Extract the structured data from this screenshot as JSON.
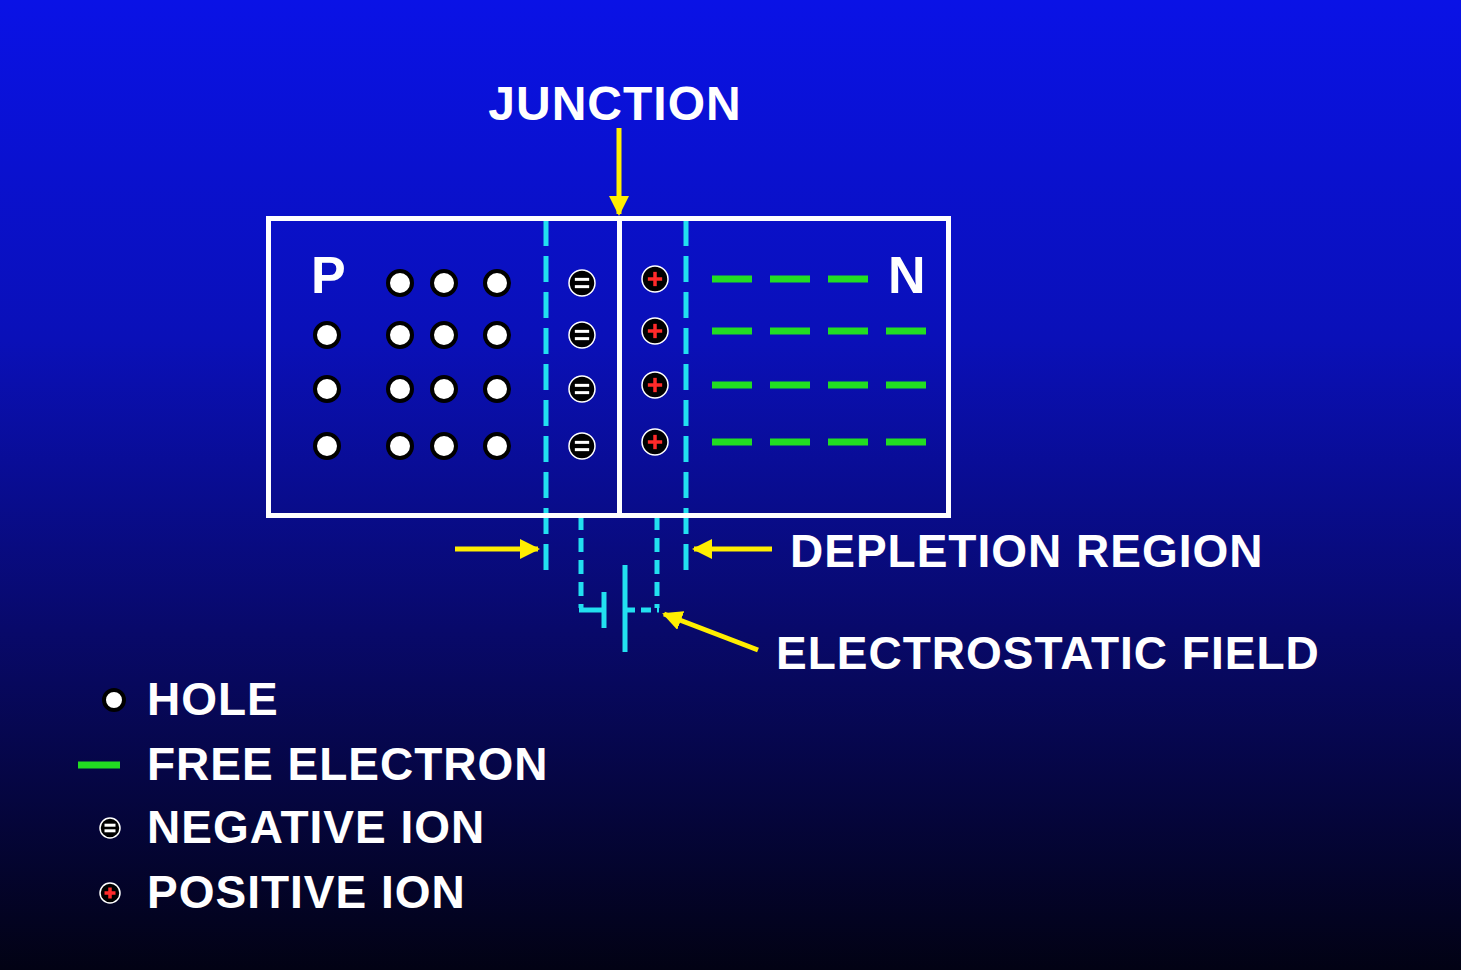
{
  "diagram": {
    "nodes": [
      {
        "text": [
          "P"
        ]
      },
      {
        "text": [
          "N"
        ]
      }
    ],
    "labels": [
      "JUNCTION",
      "DEPLETION REGION",
      "ELECTROSTATIC FIELD"
    ],
    "legend": [
      {
        "text": "HOLE"
      },
      {
        "text": "FREE ELECTRON"
      },
      {
        "text": "NEGATIVE ION"
      },
      {
        "text": "POSITIVE ION"
      }
    ]
  }
}
